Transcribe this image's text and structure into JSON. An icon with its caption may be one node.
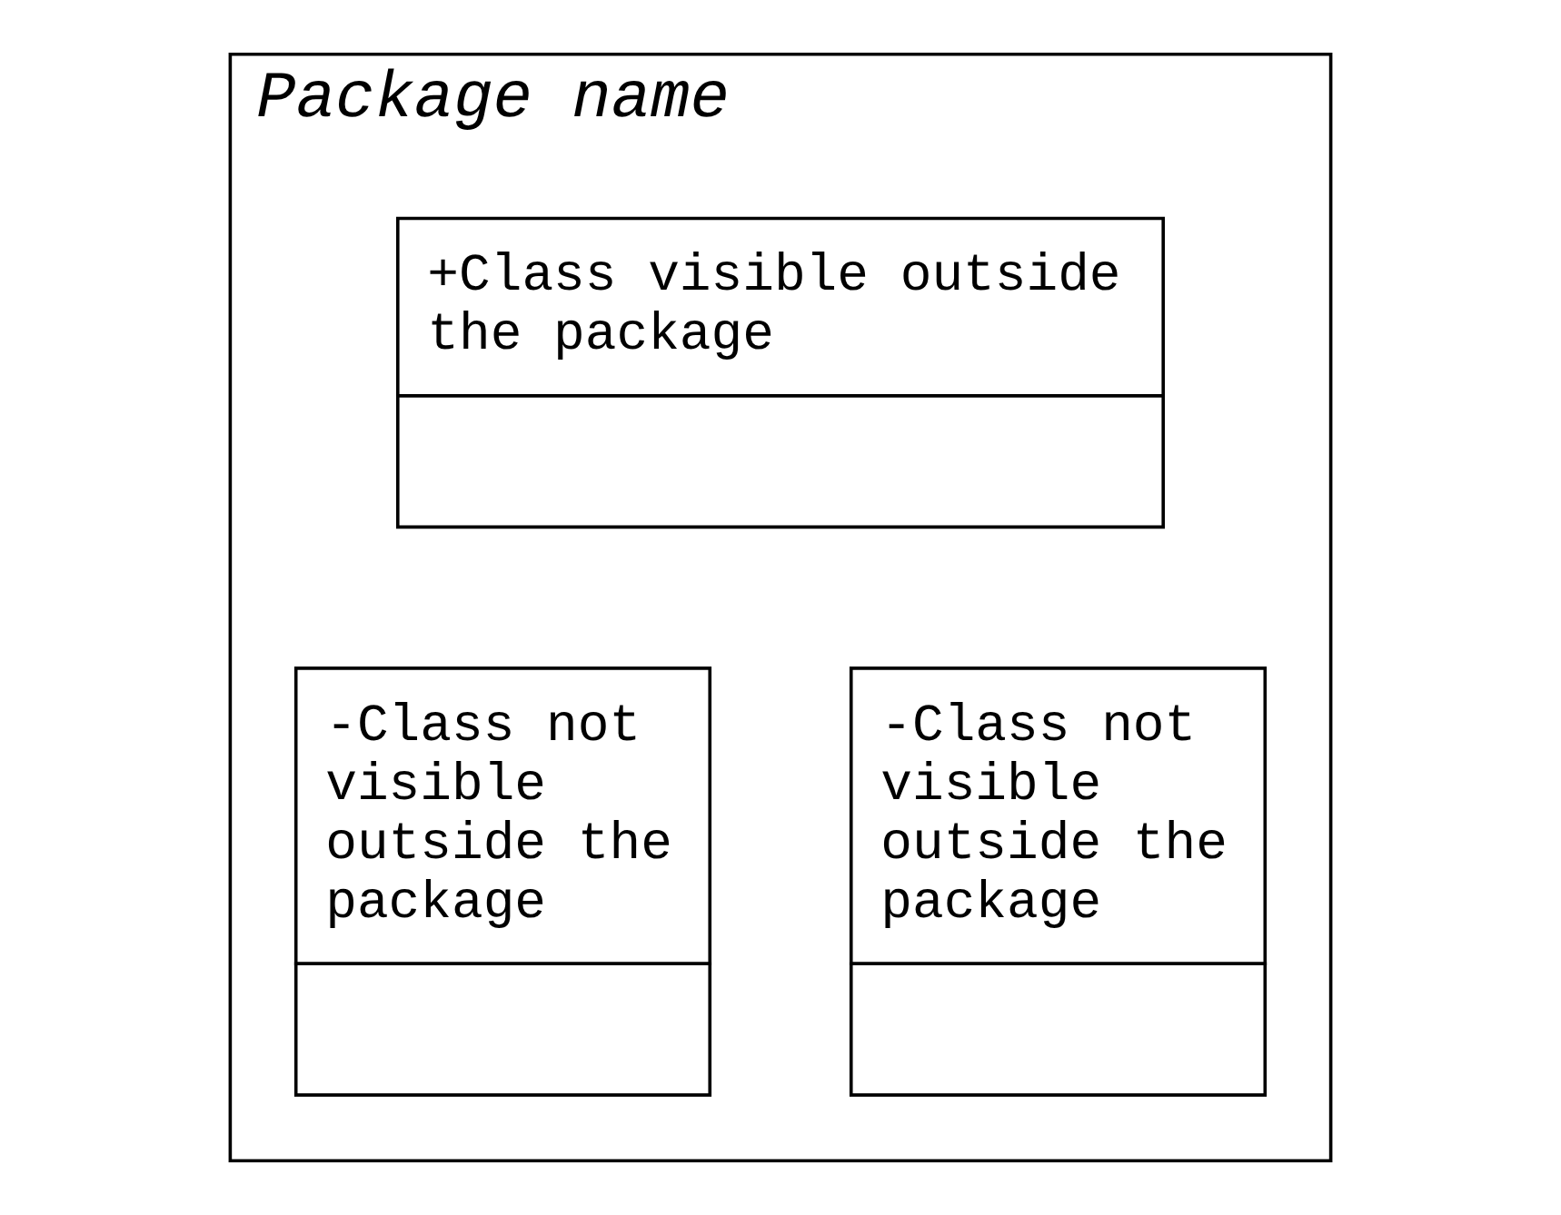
{
  "diagram": {
    "nodes": [
      {
        "text": [
          "Package name"
        ]
      },
      {
        "text": [
          "+Class visible outside the package"
        ],
        "in": 0
      },
      {
        "text": [
          "-Class not visible outside the package"
        ],
        "in": 0
      },
      {
        "text": [
          "-Class not visible outside the package"
        ],
        "in": 0
      }
    ]
  }
}
